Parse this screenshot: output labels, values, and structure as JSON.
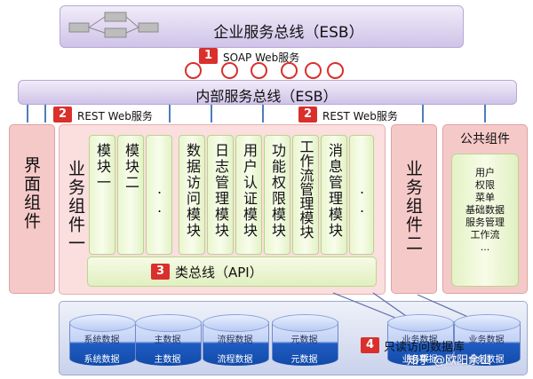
{
  "esb_title": "企业服务总线（ESB）",
  "inner_esb_title": "内部服务总线（ESB）",
  "badges": {
    "soap_num": "1",
    "rest_left_num": "2",
    "rest_right_num": "2",
    "class_bus_num": "3",
    "db_num": "4"
  },
  "soap_label": "SOAP Web服务",
  "rest_label": "REST Web服务",
  "ui_component": "界面组件",
  "business_component_1": "业务组件一",
  "business_component_2": "业务组件二",
  "modules": [
    "模块一",
    "模块二",
    "..",
    "数据访问模块",
    "日志管理模块",
    "用户认证模块",
    "功能权限模块",
    "工作流管理模块",
    "消息管理模块",
    ".."
  ],
  "class_bus": "类总线（API）",
  "public_component": {
    "title": "公共组件",
    "items": [
      "用户",
      "权限",
      "菜单",
      "基础数据",
      "服务管理",
      "工作流",
      "..."
    ]
  },
  "databases": [
    {
      "top": "系统数据",
      "bottom": "系统数据"
    },
    {
      "top": "主数据",
      "bottom": "主数据"
    },
    {
      "top": "流程数据",
      "bottom": "流程数据"
    },
    {
      "top": "元数据",
      "bottom": "元数据"
    },
    {
      "top": "业务数据",
      "bottom": "业务数据"
    },
    {
      "top": "业务数据",
      "bottom": "业务数据"
    }
  ],
  "readonly_access": "只读访问数据库",
  "watermark": "知乎 @欧阳余山"
}
